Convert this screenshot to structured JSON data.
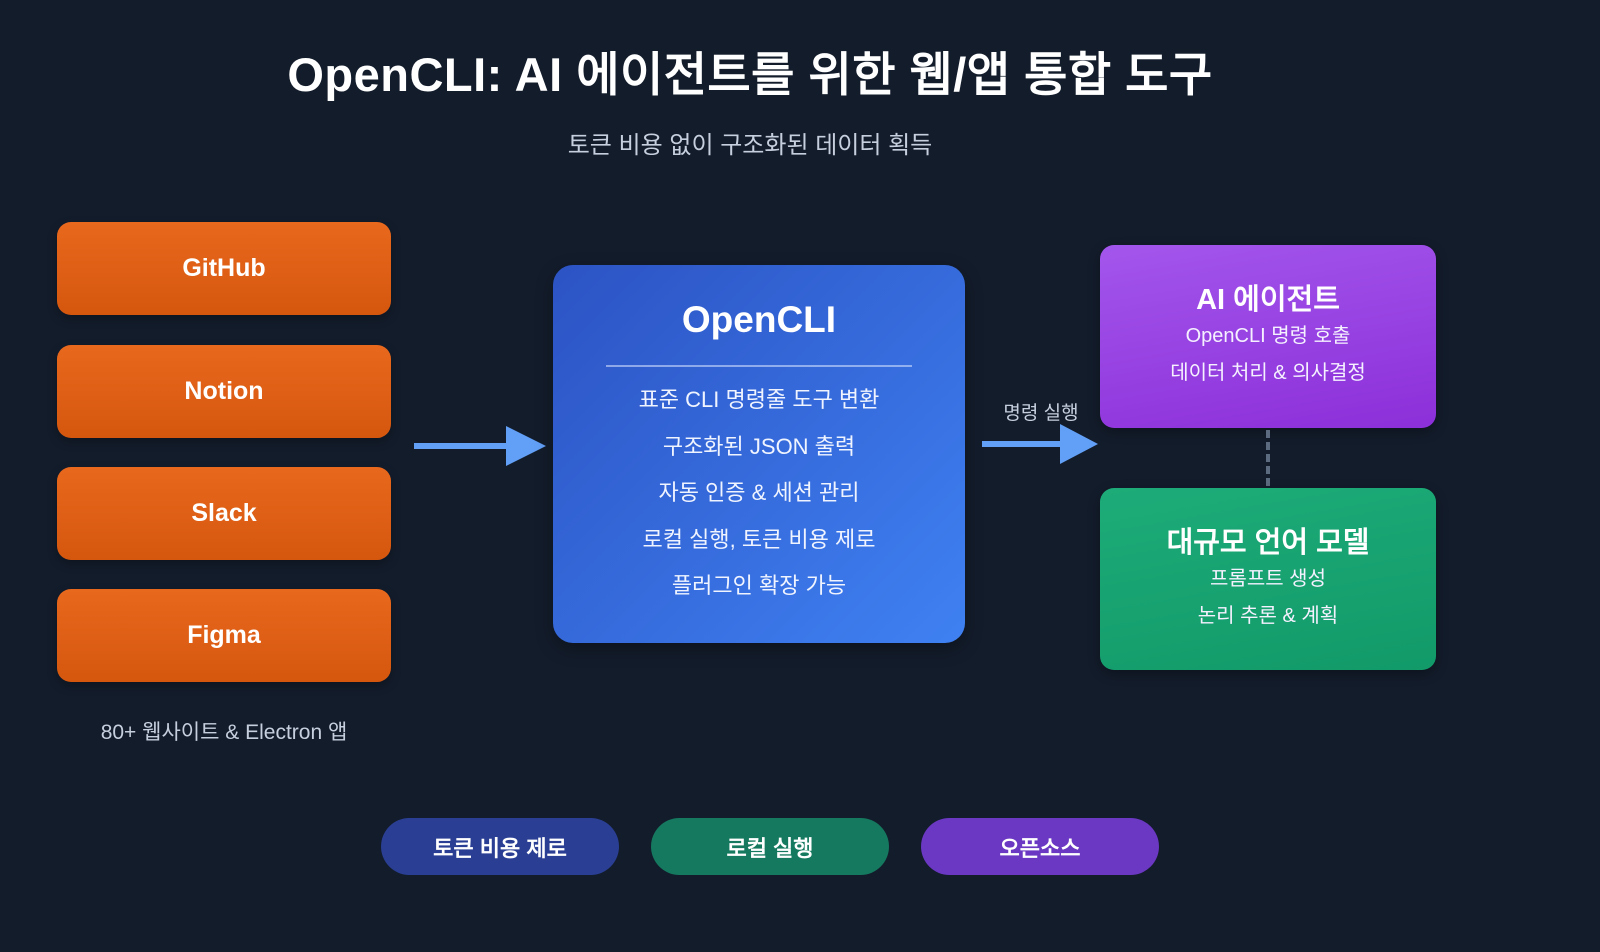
{
  "header": {
    "title": "OpenCLI: AI 에이전트를 위한 웹/앱 통합 도구",
    "subtitle": "토큰 비용 없이 구조화된 데이터 획득"
  },
  "sources": {
    "items": [
      {
        "label": "GitHub"
      },
      {
        "label": "Notion"
      },
      {
        "label": "Slack"
      },
      {
        "label": "Figma"
      }
    ],
    "caption": "80+ 웹사이트 & Electron 앱"
  },
  "core": {
    "title": "OpenCLI",
    "features": [
      "표준 CLI 명령줄 도구 변환",
      "구조화된 JSON 출력",
      "자동 인증 & 세션 관리",
      "로컬 실행, 토큰 비용 제로",
      "플러그인 확장 가능"
    ]
  },
  "flow": {
    "command_label": "명령 실행"
  },
  "agent": {
    "title": "AI 에이전트",
    "lines": [
      "OpenCLI 명령 호출",
      "데이터 처리 & 의사결정"
    ]
  },
  "llm": {
    "title": "대규모 언어 모델",
    "lines": [
      "프롬프트 생성",
      "논리 추론 & 계획"
    ]
  },
  "badges": [
    {
      "label": "토큰 비용 제로",
      "color": "#2a3f94"
    },
    {
      "label": "로컬 실행",
      "color": "#15795f"
    },
    {
      "label": "오픈소스",
      "color": "#6a38c2"
    }
  ],
  "colors": {
    "background": "#131c2b",
    "source_box": "#dd5e14",
    "core_box_start": "#2c53c4",
    "core_box_end": "#3f81f2",
    "agent_box": "#9743e2",
    "llm_box": "#17a571",
    "arrow": "#62a0f8",
    "muted_text": "#c6cfdd"
  }
}
